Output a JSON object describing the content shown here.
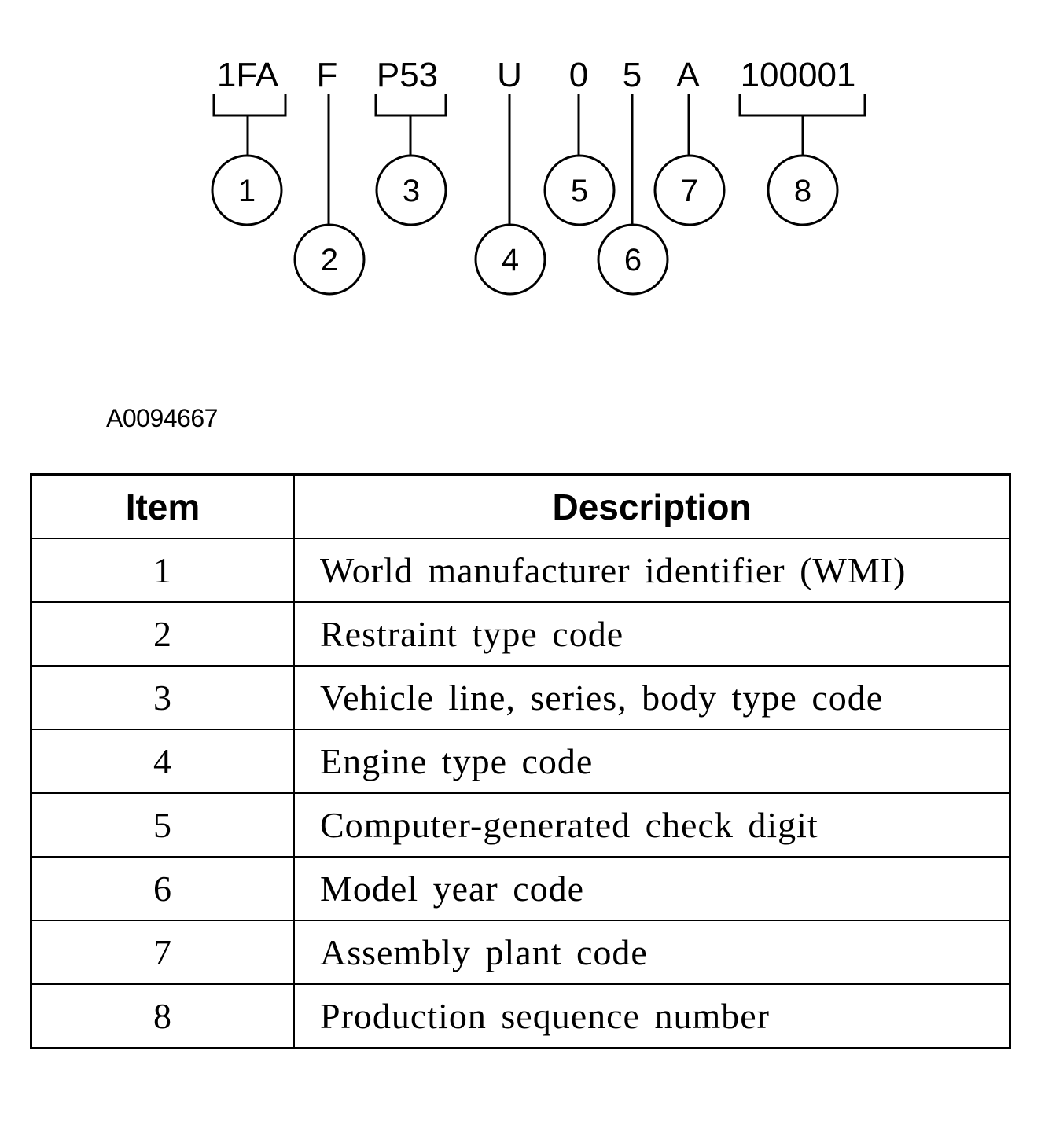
{
  "vin": {
    "segments": [
      {
        "text": "1FA",
        "callout": "1"
      },
      {
        "text": "F",
        "callout": "2"
      },
      {
        "text": "P53",
        "callout": "3"
      },
      {
        "text": "U",
        "callout": "4"
      },
      {
        "text": "0",
        "callout": "5"
      },
      {
        "text": "5",
        "callout": "6"
      },
      {
        "text": "A",
        "callout": "7"
      },
      {
        "text": "100001",
        "callout": "8"
      }
    ]
  },
  "figure_id": "A0094667",
  "table": {
    "headers": {
      "item": "Item",
      "description": "Description"
    },
    "rows": [
      {
        "item": "1",
        "description": "World manufacturer identifier (WMI)"
      },
      {
        "item": "2",
        "description": "Restraint type code"
      },
      {
        "item": "3",
        "description": "Vehicle line, series, body type code"
      },
      {
        "item": "4",
        "description": "Engine type code"
      },
      {
        "item": "5",
        "description": "Computer-generated check digit"
      },
      {
        "item": "6",
        "description": "Model year code"
      },
      {
        "item": "7",
        "description": "Assembly plant code"
      },
      {
        "item": "8",
        "description": "Production sequence number"
      }
    ]
  }
}
